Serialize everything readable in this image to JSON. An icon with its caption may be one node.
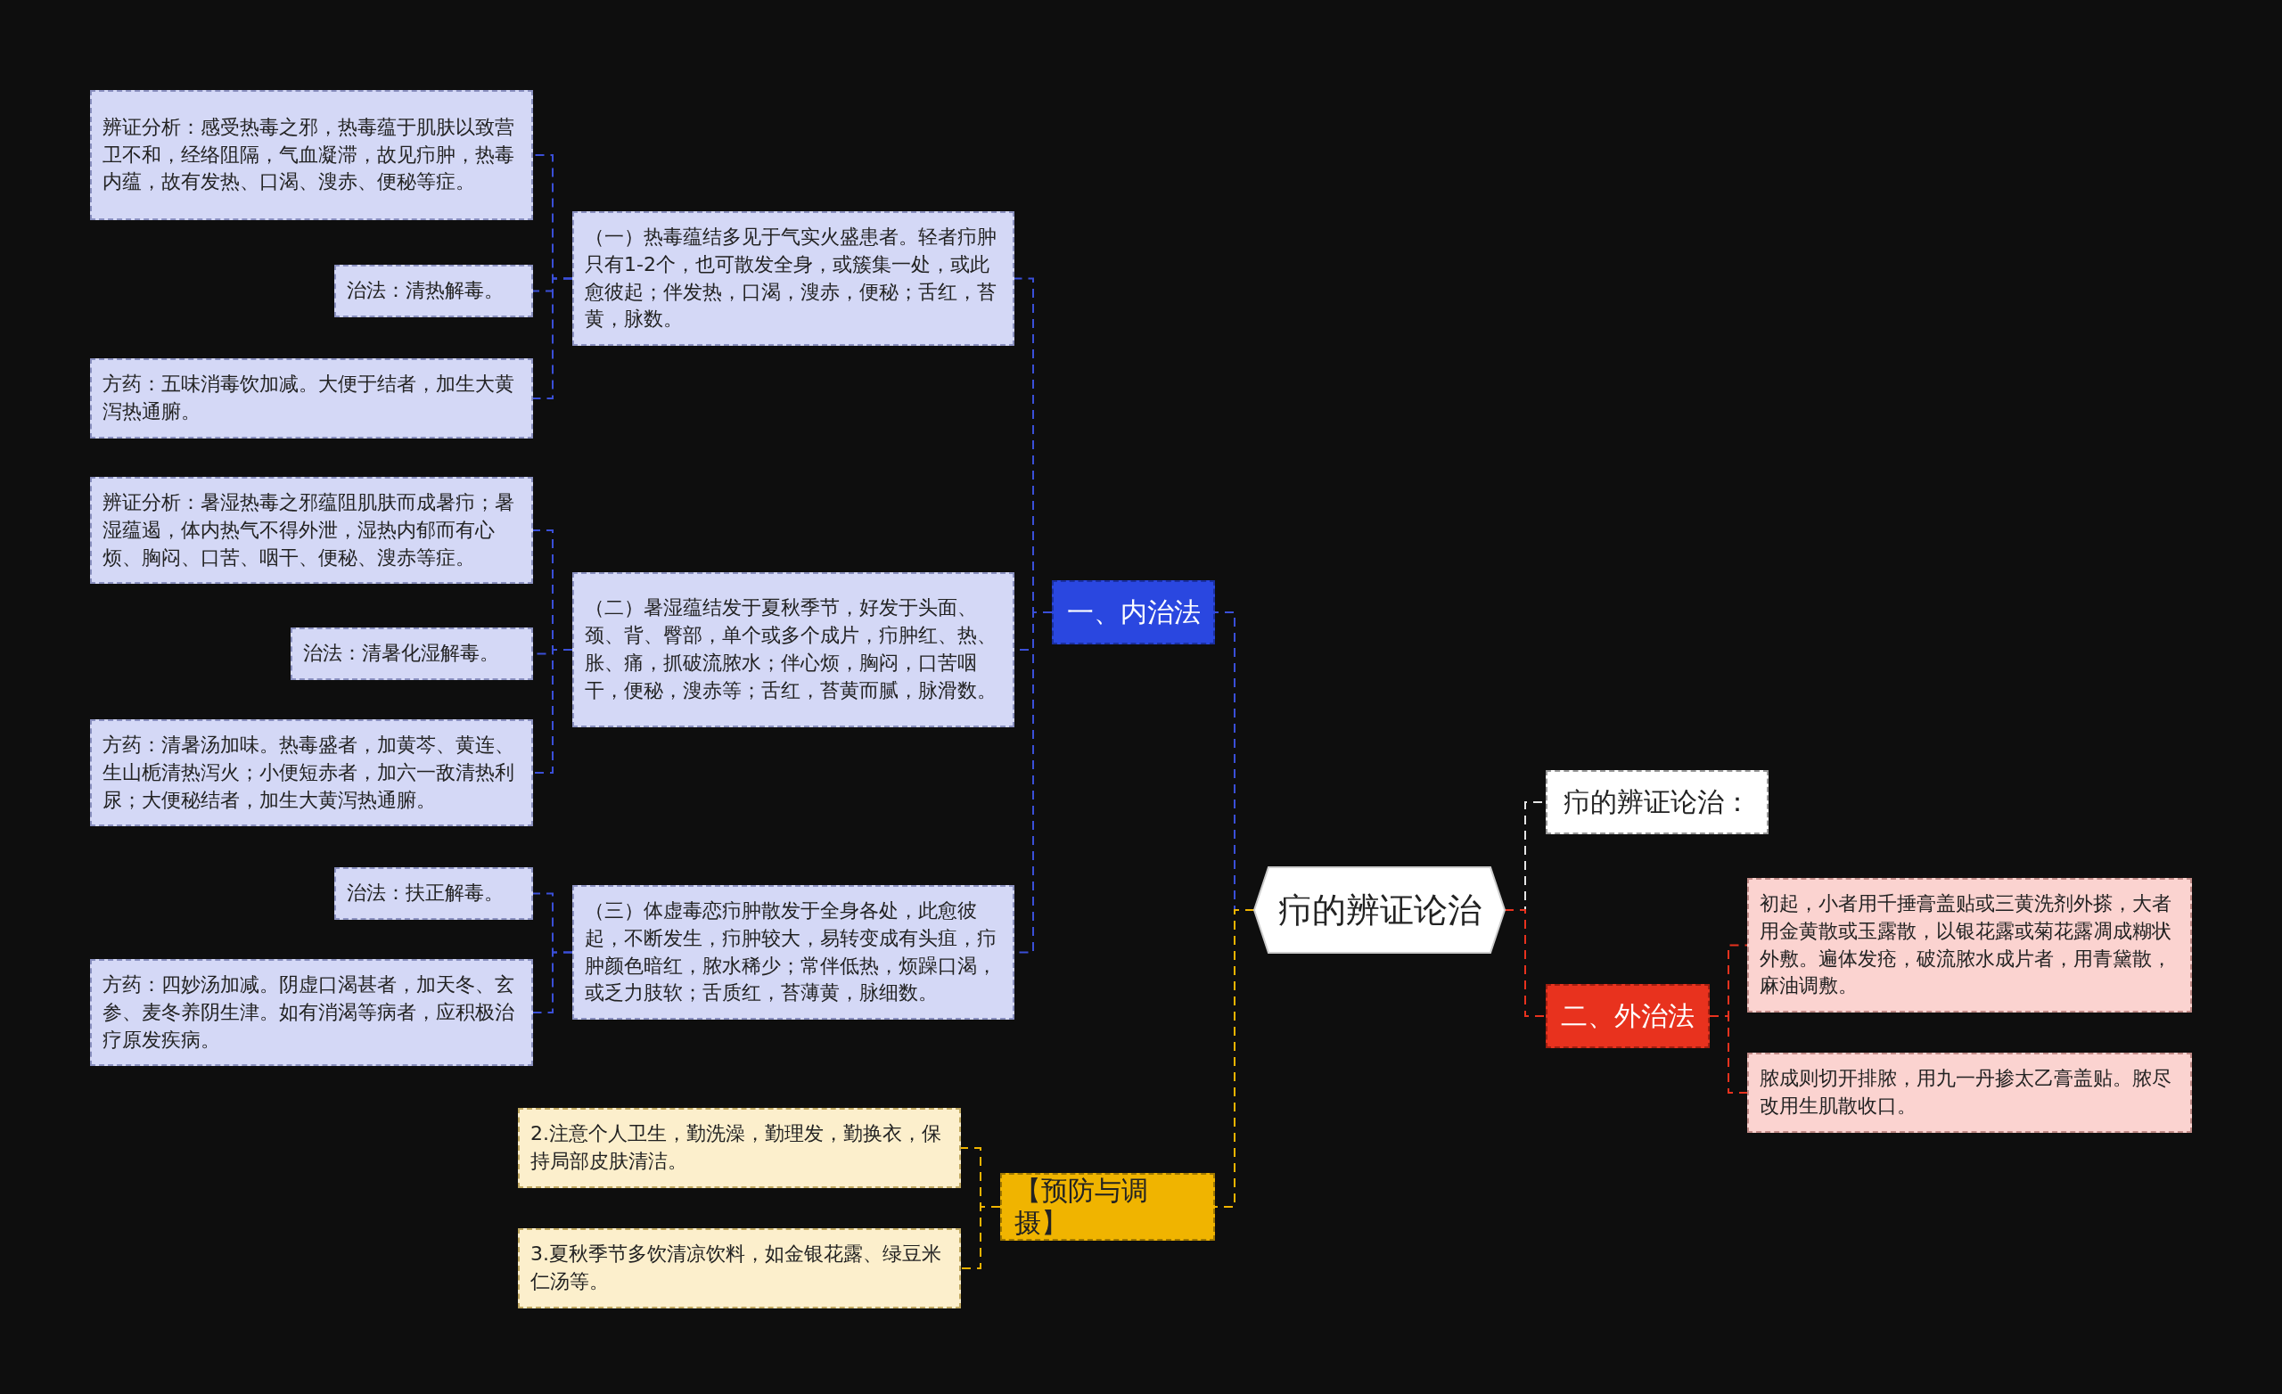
{
  "diagram": {
    "nodes": [
      {
        "text": [
          "疖的辨证论治"
        ]
      },
      {
        "text": [
          "一、内治法"
        ]
      },
      {
        "text": [
          "（一）热毒蕴结多见于气实火盛患者。轻者疖肿只有1-2个，也可散发全身，或簇集一处，或此愈彼起；伴发热，口渴，溲赤，便秘；舌红，苔黄，脉数。"
        ]
      },
      {
        "text": [
          "辨证分析：感受热毒之邪，热毒蕴于肌肤以致营卫不和，经络阻隔，气血凝滞，故见疖肿，热毒内蕴，故有发热、口渴、溲赤、便秘等症。"
        ]
      },
      {
        "text": [
          "治法：清热解毒。"
        ]
      },
      {
        "text": [
          "方药：五味消毒饮加减。大便于结者，加生大黄泻热通腑。"
        ]
      },
      {
        "text": [
          "（二）暑湿蕴结发于夏秋季节，好发于头面、颈、背、臀部，单个或多个成片，疖肿红、热、胀、痛，抓破流脓水；伴心烦，胸闷，口苦咽干，便秘，溲赤等；舌红，苔黄而腻，脉滑数。"
        ]
      },
      {
        "text": [
          "辨证分析：暑湿热毒之邪蕴阻肌肤而成暑疖；暑湿蕴遏，体内热气不得外泄，湿热内郁而有心烦、胸闷、口苦、咽干、便秘、溲赤等症。"
        ]
      },
      {
        "text": [
          "治法：清暑化湿解毒。"
        ]
      },
      {
        "text": [
          "方药：清暑汤加味。热毒盛者，加黄芩、黄连、生山栀清热泻火；小便短赤者，加六一敌清热利尿；大便秘结者，加生大黄泻热通腑。"
        ]
      },
      {
        "text": [
          "（三）体虚毒恋疖肿散发于全身各处，此愈彼起，不断发生，疖肿较大，易转变成有头疽，疖肿颜色暗红，脓水稀少；常伴低热，烦躁口渴，或乏力肢软；舌质红，苔薄黄，脉细数。"
        ]
      },
      {
        "text": [
          "治法：扶正解毒。"
        ]
      },
      {
        "text": [
          "方药：四妙汤加减。阴虚口渴甚者，加天冬、玄参、麦冬养阴生津。如有消渴等病者，应积极治疗原发疾病。"
        ]
      },
      {
        "text": [
          "【预防与调摄】"
        ]
      },
      {
        "text": [
          "2.注意个人卫生，勤洗澡，勤理发，勤换衣，保持局部皮肤清洁。"
        ]
      },
      {
        "text": [
          "3.夏秋季节多饮清凉饮料，如金银花露、绿豆米仁汤等。"
        ]
      },
      {
        "text": [
          "疖的辨证论治："
        ]
      },
      {
        "text": [
          "二、外治法"
        ]
      },
      {
        "text": [
          "初起，小者用千捶膏盖贴或三黄洗剂外搽，大者用金黄散或玉露散，以银花露或菊花露凋成糊状外敷。遍体发疮，破流脓水成片者，用青黛散，麻油调敷。"
        ]
      },
      {
        "text": [
          "脓成则切开排脓，用九一丹掺太乙膏盖贴。脓尽改用生肌散收口。"
        ]
      }
    ],
    "edges": [
      {
        "from": 0,
        "to": 1,
        "arrow": "none",
        "style": "dashed"
      },
      {
        "from": 1,
        "to": 2,
        "arrow": "none",
        "style": "dashed"
      },
      {
        "from": 2,
        "to": 3,
        "arrow": "none",
        "style": "dashed"
      },
      {
        "from": 2,
        "to": 4,
        "arrow": "none",
        "style": "dashed"
      },
      {
        "from": 2,
        "to": 5,
        "arrow": "none",
        "style": "dashed"
      },
      {
        "from": 1,
        "to": 6,
        "arrow": "none",
        "style": "dashed"
      },
      {
        "from": 6,
        "to": 7,
        "arrow": "none",
        "style": "dashed"
      },
      {
        "from": 6,
        "to": 8,
        "arrow": "none",
        "style": "dashed"
      },
      {
        "from": 6,
        "to": 9,
        "arrow": "none",
        "style": "dashed"
      },
      {
        "from": 1,
        "to": 10,
        "arrow": "none",
        "style": "dashed"
      },
      {
        "from": 10,
        "to": 11,
        "arrow": "none",
        "style": "dashed"
      },
      {
        "from": 10,
        "to": 12,
        "arrow": "none",
        "style": "dashed"
      },
      {
        "from": 0,
        "to": 13,
        "arrow": "none",
        "style": "dashed",
        "color": "#f0b400"
      },
      {
        "from": 13,
        "to": 14,
        "arrow": "none",
        "style": "dashed",
        "color": "#f0b400"
      },
      {
        "from": 13,
        "to": 15,
        "arrow": "none",
        "style": "dashed",
        "color": "#f0b400"
      },
      {
        "from": 0,
        "to": 16,
        "arrow": "none",
        "style": "dashed",
        "color": "#e6e6e6"
      },
      {
        "from": 0,
        "to": 17,
        "arrow": "none",
        "style": "dashed",
        "color": "#e8321e"
      },
      {
        "from": 17,
        "to": 18,
        "arrow": "none",
        "style": "dashed",
        "color": "#e8321e"
      },
      {
        "from": 17,
        "to": 19,
        "arrow": "none",
        "style": "dashed",
        "color": "#e8321e"
      }
    ]
  }
}
